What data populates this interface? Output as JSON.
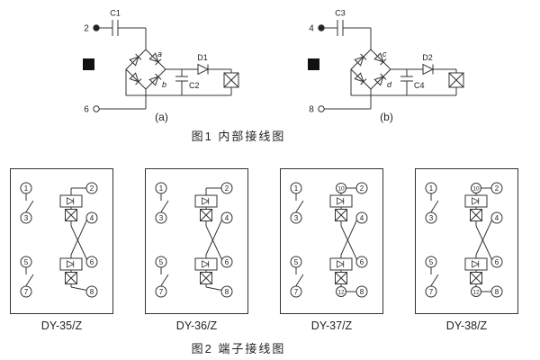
{
  "page": {
    "background": "#ffffff",
    "ink": "#333333"
  },
  "figure1": {
    "caption": "图1  内部接线图",
    "sub_labels": {
      "a": "(a)",
      "b": "(b)"
    },
    "circuits": [
      {
        "top_terminal": "2",
        "bottom_terminal": "6",
        "input_capacitor": "C1",
        "filter_capacitor": "C2",
        "diode": "D1",
        "bridge_point_top": "a",
        "bridge_point_bottom": "b"
      },
      {
        "top_terminal": "4",
        "bottom_terminal": "8",
        "input_capacitor": "C3",
        "filter_capacitor": "C4",
        "diode": "D2",
        "bridge_point_top": "c",
        "bridge_point_bottom": "d"
      }
    ]
  },
  "figure2": {
    "caption": "图2  端子接线图",
    "panels": [
      {
        "model": "DY-35/Z",
        "left": [
          "1",
          "3",
          "5",
          "7"
        ],
        "right": [
          "2",
          "4",
          "6",
          "8"
        ]
      },
      {
        "model": "DY-36/Z",
        "left": [
          "1",
          "3",
          "5",
          "7"
        ],
        "right": [
          "2",
          "4",
          "6",
          "8"
        ]
      },
      {
        "model": "DY-37/Z",
        "left": [
          "1",
          "3",
          "5",
          "7"
        ],
        "right": [
          "2",
          "4",
          "6",
          "8"
        ],
        "aux_top": "10",
        "aux_bottom": "12"
      },
      {
        "model": "DY-38/Z",
        "left": [
          "1",
          "3",
          "5",
          "7"
        ],
        "right": [
          "2",
          "4",
          "6",
          "8"
        ],
        "aux_top": "10",
        "aux_bottom": "12"
      }
    ]
  }
}
